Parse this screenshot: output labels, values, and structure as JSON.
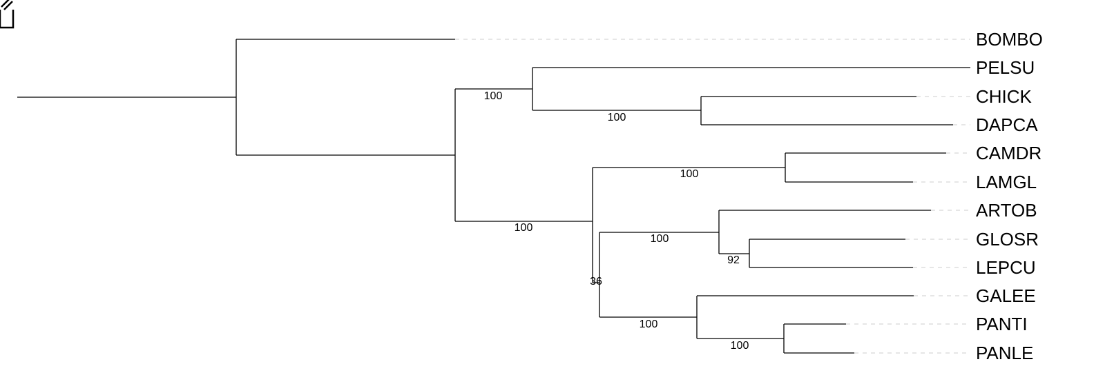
{
  "toolbar": {
    "edit_icon": "edit-icon"
  },
  "tree": {
    "leaves": [
      "BOMBO",
      "PELSU",
      "CHICK",
      "DAPCA",
      "CAMDR",
      "LAMGL",
      "ARTOB",
      "GLOSR",
      "LEPCU",
      "GALEE",
      "PANTI",
      "PANLE"
    ],
    "supports": {
      "pelsu_chick_dapca": "100",
      "chick_dapca": "100",
      "ingroup": "100",
      "camdr_lamgl": "100",
      "rest": "36",
      "artob_glosr_lepcu": "100",
      "glosr_lepcu": "92",
      "galee_panti_panle": "100",
      "panti_panle": "100"
    }
  }
}
